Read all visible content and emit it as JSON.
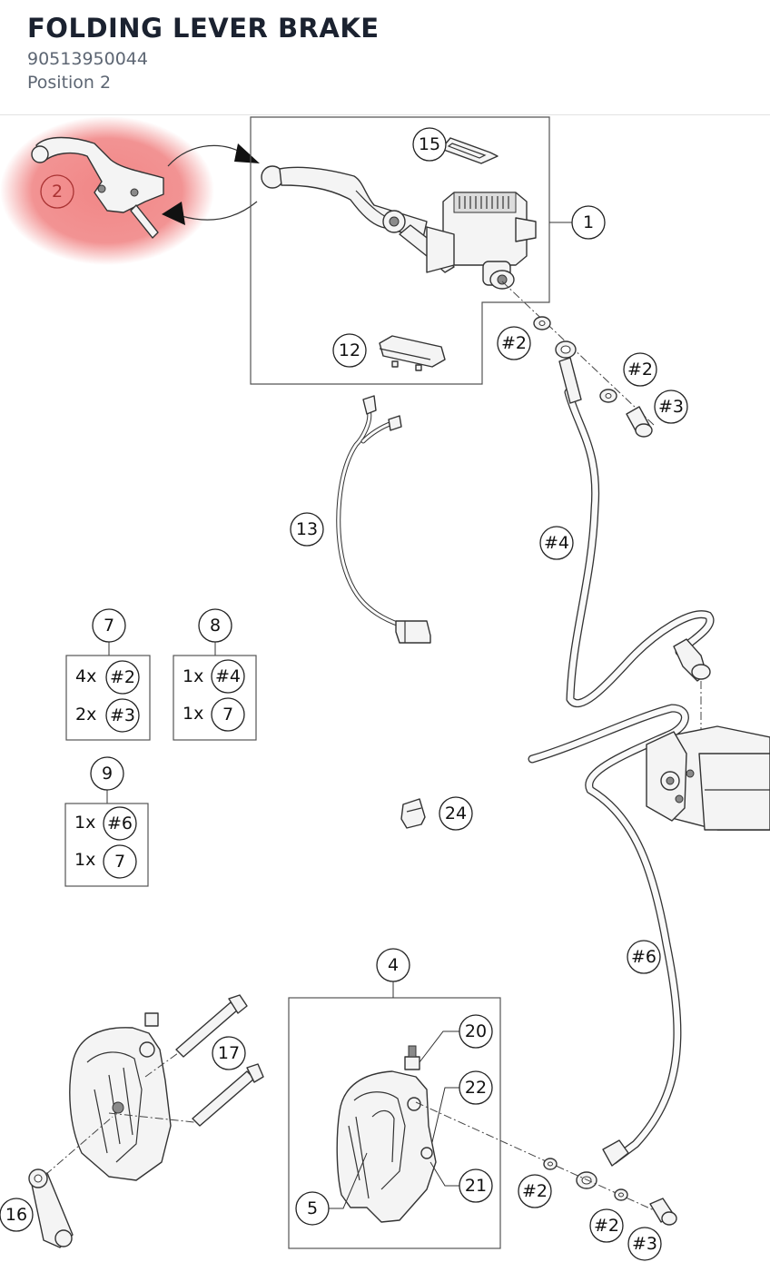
{
  "header": {
    "title": "FOLDING LEVER BRAKE",
    "part_number": "90513950044",
    "position": "Position 2"
  },
  "callouts": [
    {
      "id": "c-2-highlight",
      "label": "2"
    },
    {
      "id": "c-15",
      "label": "15"
    },
    {
      "id": "c-1",
      "label": "1"
    },
    {
      "id": "c-12",
      "label": "12"
    },
    {
      "id": "c-h2-a",
      "label": "#2"
    },
    {
      "id": "c-h2-b",
      "label": "#2"
    },
    {
      "id": "c-h3-a",
      "label": "#3"
    },
    {
      "id": "c-13",
      "label": "13"
    },
    {
      "id": "c-h4",
      "label": "#4"
    },
    {
      "id": "c-7",
      "label": "7"
    },
    {
      "id": "c-8",
      "label": "8"
    },
    {
      "id": "c-9",
      "label": "9"
    },
    {
      "id": "c-24",
      "label": "24"
    },
    {
      "id": "c-4",
      "label": "4"
    },
    {
      "id": "c-h6",
      "label": "#6"
    },
    {
      "id": "c-20",
      "label": "20"
    },
    {
      "id": "c-17",
      "label": "17"
    },
    {
      "id": "c-22",
      "label": "22"
    },
    {
      "id": "c-21",
      "label": "21"
    },
    {
      "id": "c-5",
      "label": "5"
    },
    {
      "id": "c-16",
      "label": "16"
    },
    {
      "id": "c-h2-c",
      "label": "#2"
    },
    {
      "id": "c-h2-d",
      "label": "#2"
    },
    {
      "id": "c-h3-b",
      "label": "#3"
    }
  ],
  "kits": [
    {
      "kit": "7",
      "items": [
        {
          "qty": "4x",
          "ref": "#2"
        },
        {
          "qty": "2x",
          "ref": "#3"
        }
      ]
    },
    {
      "kit": "8",
      "items": [
        {
          "qty": "1x",
          "ref": "#4"
        },
        {
          "qty": "1x",
          "ref": "7"
        }
      ]
    },
    {
      "kit": "9",
      "items": [
        {
          "qty": "1x",
          "ref": "#6"
        },
        {
          "qty": "1x",
          "ref": "7"
        }
      ]
    }
  ],
  "colors": {
    "highlight": "#f08080",
    "title": "#1b2230",
    "subtitle": "#5d6673",
    "line": "#333333"
  }
}
